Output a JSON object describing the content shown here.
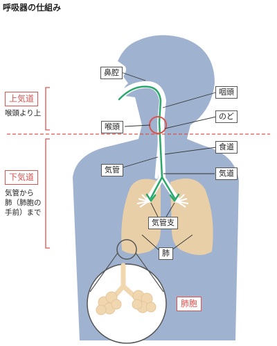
{
  "title": "呼吸器の仕組み",
  "colors": {
    "body_fill": "#9fb2cf",
    "airway_fill": "#ffffff",
    "airflow_arrow": "#2aa86b",
    "lung_fill": "#e8cfa7",
    "accent_red": "#d9534f"
  },
  "sections": {
    "upper": {
      "heading": "上気道",
      "note": "喉頭より上"
    },
    "lower": {
      "heading": "下気道",
      "note_lines": [
        "気管から",
        "肺（肺胞の",
        "手前）まで"
      ]
    }
  },
  "labels": {
    "nasal_cavity": "鼻腔",
    "pharynx": "咽頭",
    "larynx": "喉頭",
    "throat": "のど",
    "esophagus": "食道",
    "trachea": "気管",
    "airway": "気道",
    "bronchi": "気管支",
    "lungs": "肺",
    "alveoli": "肺胞"
  }
}
